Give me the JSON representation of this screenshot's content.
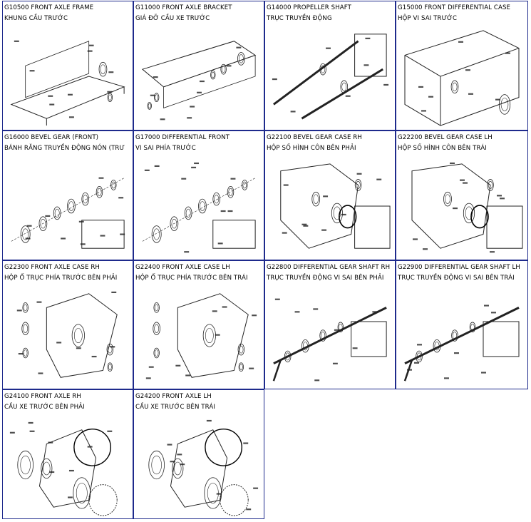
{
  "catalog": {
    "items": [
      {
        "code_title": "G10500 FRONT AXLE FRAME",
        "subtitle": "KHUNG CẦU TRƯỚC"
      },
      {
        "code_title": "G11000 FRONT AXLE BRACKET",
        "subtitle": "GIÁ ĐỠ CẦU XE TRƯỚC"
      },
      {
        "code_title": "G14000 PROPELLER SHAFT",
        "subtitle": "TRỤC TRUYỀN ĐỘNG"
      },
      {
        "code_title": "G15000 FRONT DIFFERENTIAL CASE",
        "subtitle": "HỘP VI SAI TRƯỚC"
      },
      {
        "code_title": "G16000 BEVEL GEAR (FRONT)",
        "subtitle": "BÁNH RĂNG TRUYỀN ĐỘNG NÓN (TRƯ"
      },
      {
        "code_title": "G17000 DIFFERENTIAL FRONT",
        "subtitle": "VI SAI PHÍA TRƯỚC"
      },
      {
        "code_title": "G22100 BEVEL GEAR CASE RH",
        "subtitle": "HỘP SỐ HÌNH CÔN BÊN PHẢI"
      },
      {
        "code_title": "G22200 BEVEL GEAR CASE LH",
        "subtitle": "HỘP SỐ HÌNH CÔN BÊN TRÁI"
      },
      {
        "code_title": "G22300 FRONT AXLE CASE RH",
        "subtitle": "HỘP Ổ TRỤC PHÍA TRƯỚC BÊN PHẢI"
      },
      {
        "code_title": "G22400 FRONT AXLE CASE LH",
        "subtitle": "HỘP Ổ TRỤC PHÍA TRƯỚC BÊN TRÁI"
      },
      {
        "code_title": "G22800 DIFFERENTIAL GEAR SHAFT RH",
        "subtitle": "TRỤC TRUYỀN ĐỘNG VI SAI BÊN PHẢI"
      },
      {
        "code_title": "G22900 DIFFERENTIAL GEAR SHAFT LH",
        "subtitle": "TRỤC TRUYỀN ĐỘNG VI SAI BÊN TRÁI"
      },
      {
        "code_title": "G24100 FRONT AXLE RH",
        "subtitle": "CẦU XE TRƯỚC BÊN PHẢI"
      },
      {
        "code_title": "G24200 FRONT AXLE LH",
        "subtitle": "CẦU XE TRƯỚC BÊN TRÁI"
      }
    ]
  },
  "colors": {
    "border": "#1e2a8c",
    "line": "#222222",
    "background": "#ffffff"
  }
}
